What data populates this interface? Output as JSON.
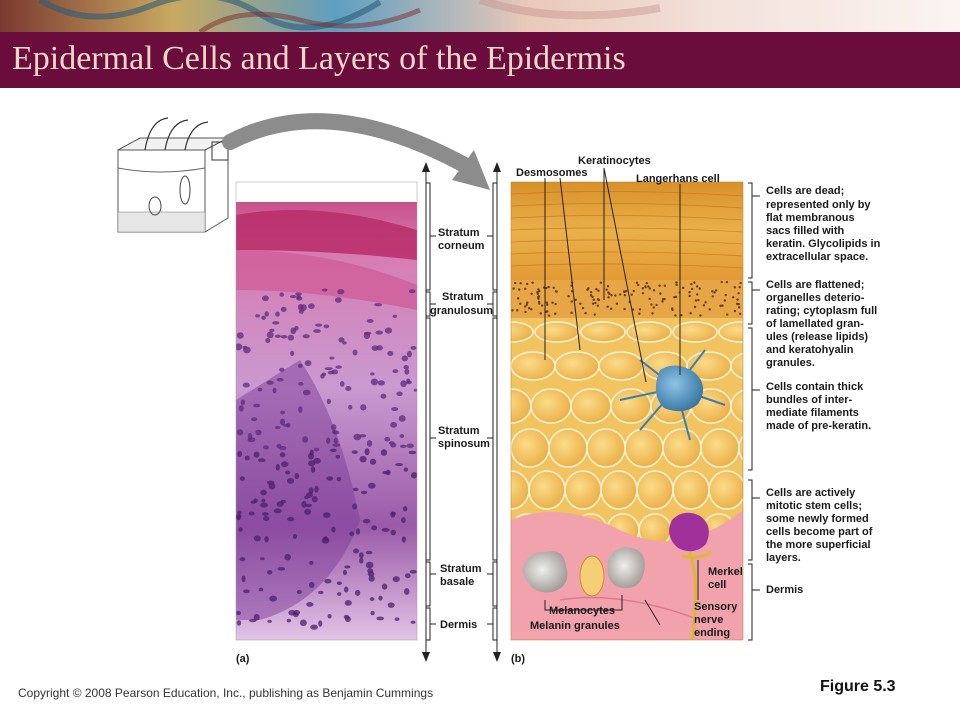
{
  "slide": {
    "title": "Epidermal Cells and Layers of the Epidermis",
    "copyright": "Copyright © 2008 Pearson Education, Inc., publishing as Benjamin Cummings",
    "figure_number": "Figure 5.3"
  },
  "panel_a": {
    "label": "(a)",
    "layers": [
      {
        "line1": "Stratum",
        "line2": "corneum"
      },
      {
        "line1": "Stratum",
        "line2": "granulosum"
      },
      {
        "line1": "Stratum",
        "line2": "spinosum"
      },
      {
        "line1": "Stratum",
        "line2": "basale"
      },
      {
        "line1": "Dermis",
        "line2": ""
      }
    ]
  },
  "panel_b": {
    "label": "(b)",
    "top_labels": {
      "keratinocytes": "Keratinocytes",
      "desmosomes": "Desmosomes",
      "langerhans": "Langerhans cell"
    },
    "bottom_labels": {
      "merkel_1": "Merkel",
      "merkel_2": "cell",
      "melanocytes": "Melanocytes",
      "melanin_granules": "Melanin granules",
      "sensory_1": "Sensory",
      "sensory_2": "nerve",
      "sensory_3": "ending"
    },
    "descriptions": [
      [
        "Cells are dead;",
        "represented only by",
        "flat membranous",
        "sacs filled with",
        "keratin. Glycolipids in",
        "extracellular space."
      ],
      [
        "Cells are flattened;",
        "organelles deterio-",
        "rating; cytoplasm full",
        "of lamellated gran-",
        "ules (release lipids)",
        "and keratohyalin",
        "granules."
      ],
      [
        "Cells contain thick",
        "bundles of inter-",
        "mediate filaments",
        "made of pre-keratin."
      ],
      [
        "Cells are actively",
        "mitotic stem cells;",
        "some newly formed",
        "cells become part of",
        "the more superficial",
        "layers."
      ],
      [
        "Dermis"
      ]
    ]
  },
  "colors": {
    "title_bar": "#6b0d3c",
    "title_text": "#f0d8c8",
    "corneum": "#e7a43a",
    "keratinocyte": "#f2c15b",
    "dermis": "#f3a6ad",
    "langerhans": "#4a8fc0",
    "melanocyte": "#b9b4ae",
    "merkel": "#a0309a",
    "histology_purple": "#8a3f92"
  }
}
